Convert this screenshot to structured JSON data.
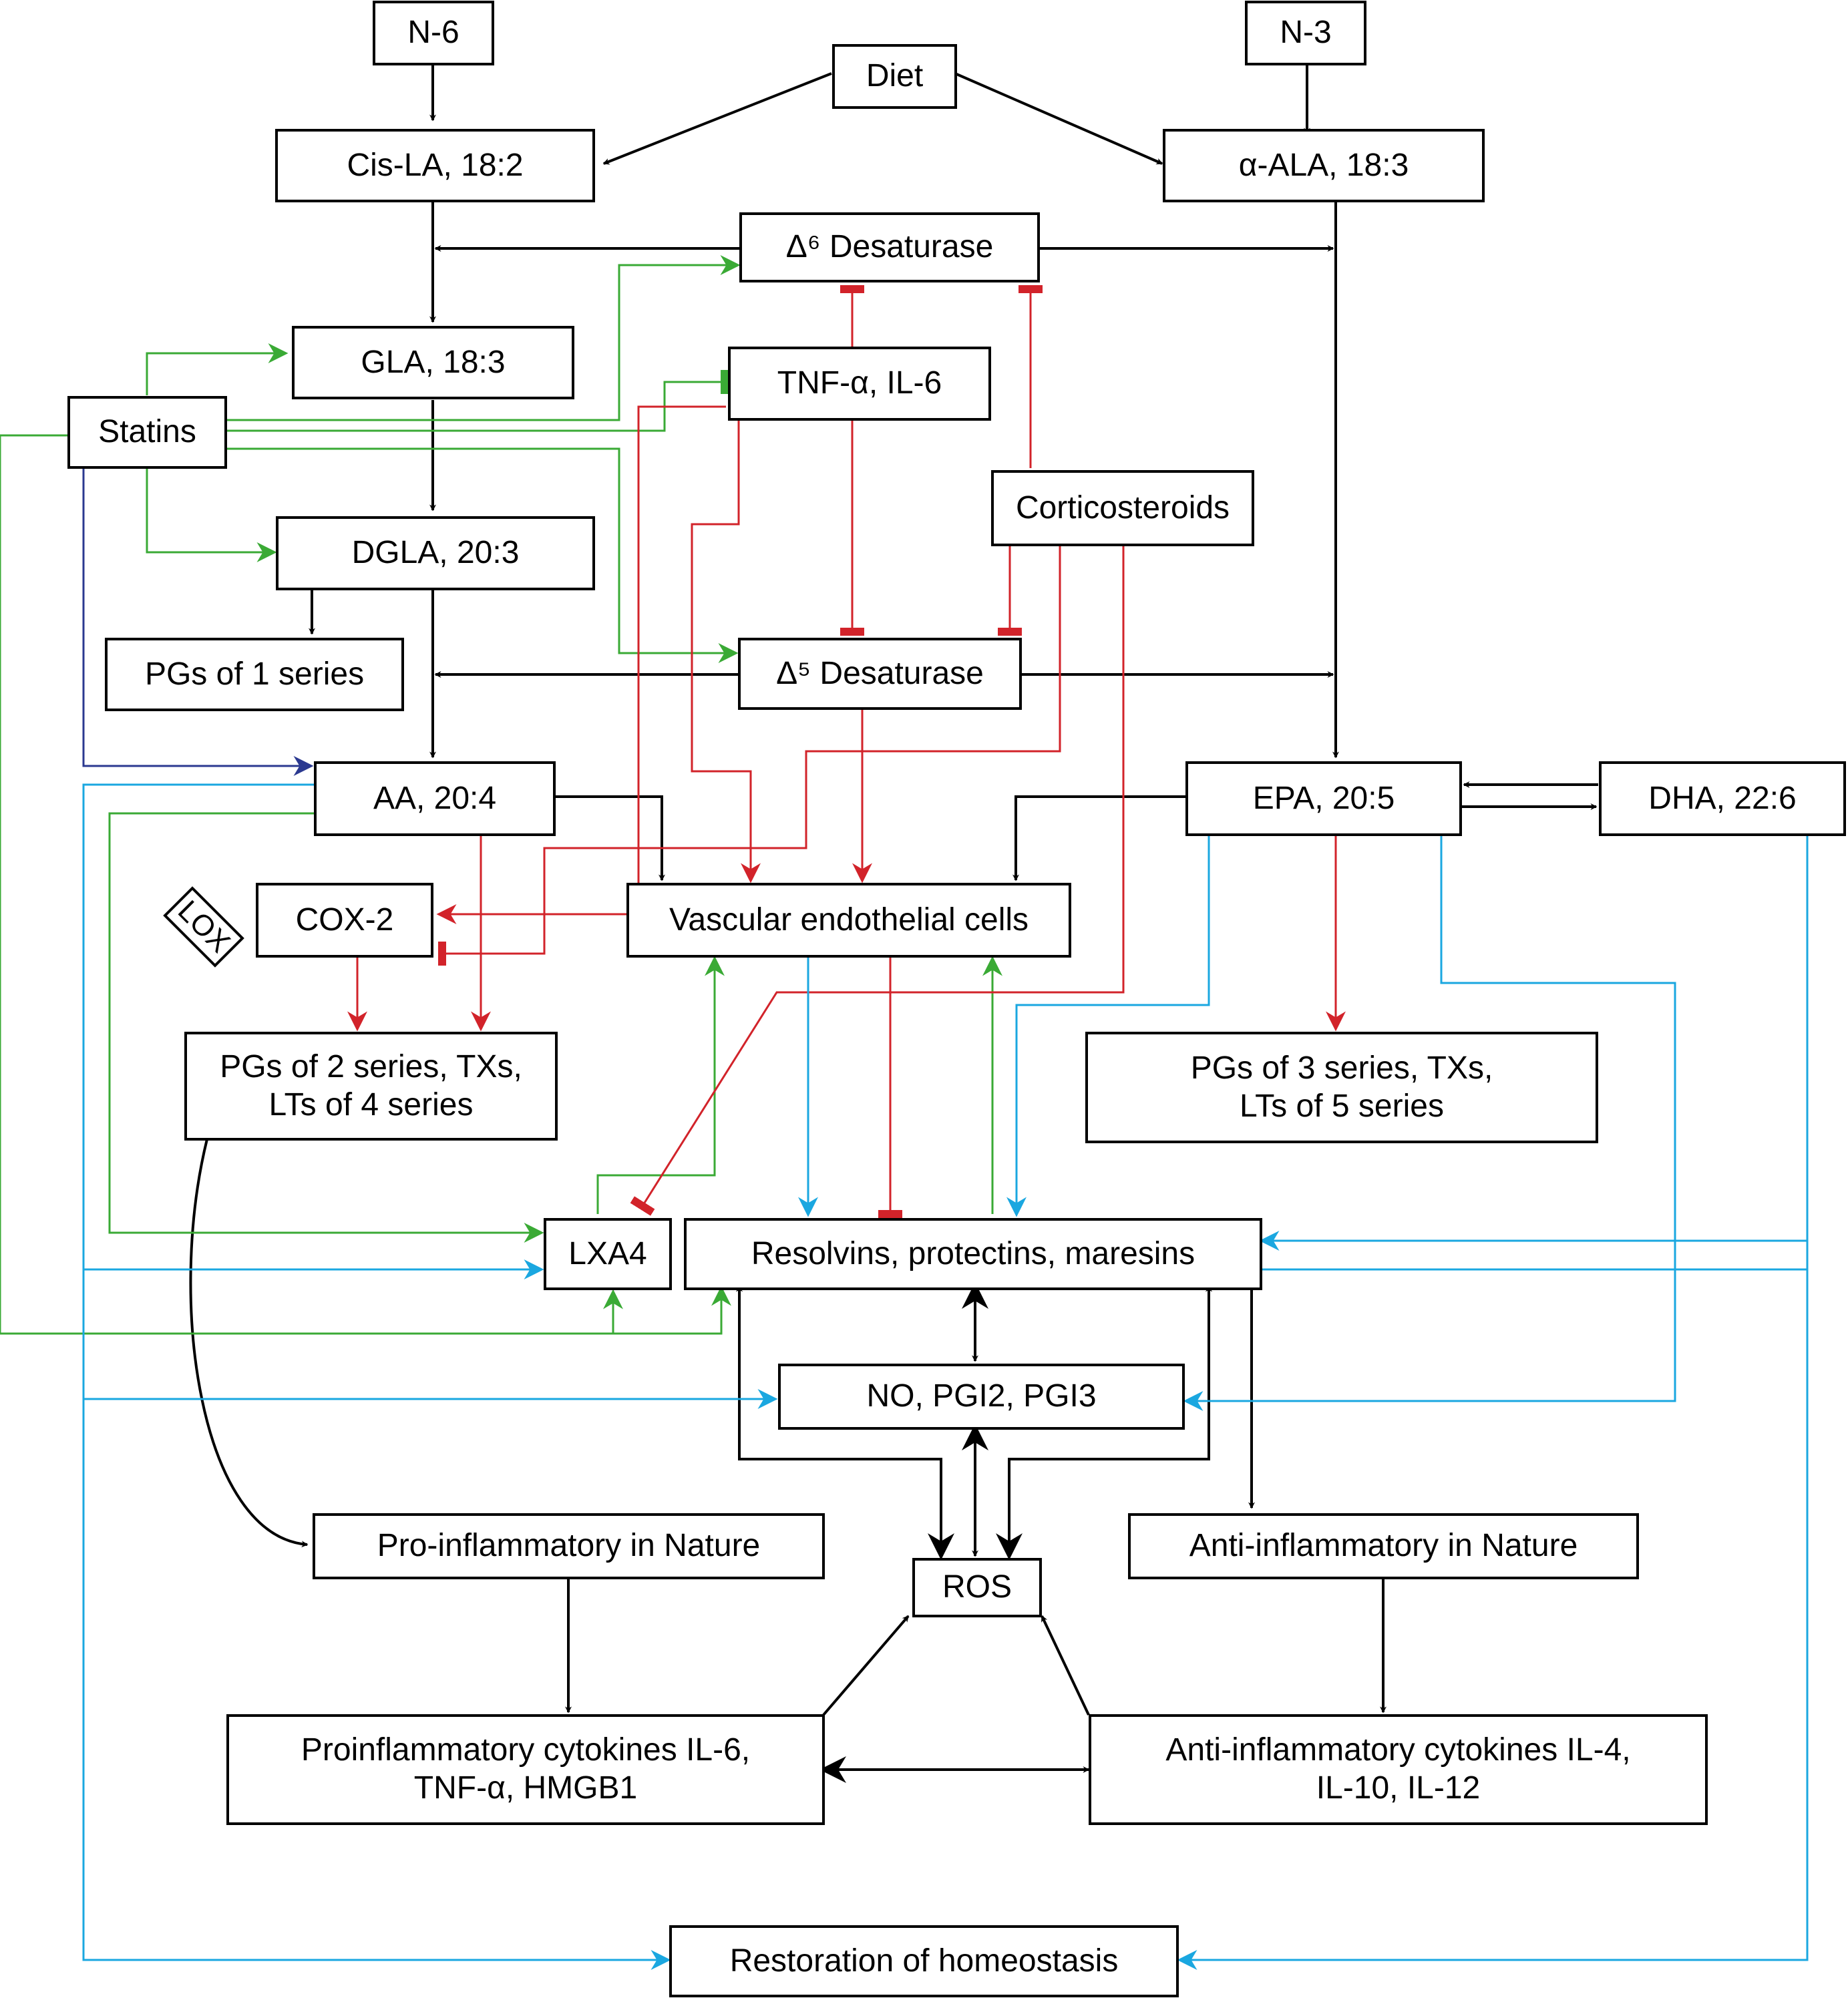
{
  "nodes": {
    "n6": "N-6",
    "n3": "N-3",
    "diet": "Diet",
    "cisla": "Cis-LA, 18:2",
    "ala": "α-ALA, 18:3",
    "d6": "Δ⁶ Desaturase",
    "gla": "GLA, 18:3",
    "tnf": "TNF-α, IL-6",
    "statins": "Statins",
    "cortico": "Corticosteroids",
    "dgla": "DGLA, 20:3",
    "pg1": "PGs of 1 series",
    "d5": "Δ⁵ Desaturase",
    "aa": "AA, 20:4",
    "epa": "EPA, 20:5",
    "dha": "DHA, 22:6",
    "lox": "LOX",
    "cox2": "COX-2",
    "vec": "Vascular endothelial cells",
    "pg2": "PGs of 2 series, TXs,\nLTs of 4 series",
    "pg3": "PGs of 3 series, TXs,\nLTs of 5 series",
    "lxa4": "LXA4",
    "resolvins": "Resolvins, protectins, maresins",
    "no": "NO, PGI2, PGI3",
    "proinf": "Pro-inflammatory in Nature",
    "ros": "ROS",
    "antiinf": "Anti-inflammatory in Nature",
    "procyt": "Proinflammatory cytokines IL-6,\nTNF-α, HMGB1",
    "anticyt": "Anti-inflammatory cytokines IL-4,\nIL-10, IL-12",
    "homeo": "Restoration of homeostasis"
  },
  "colors": {
    "black": "#000000",
    "green": "#3aaa35",
    "red": "#d2232a",
    "blue": "#1aa7e0",
    "navy": "#2b3990"
  }
}
